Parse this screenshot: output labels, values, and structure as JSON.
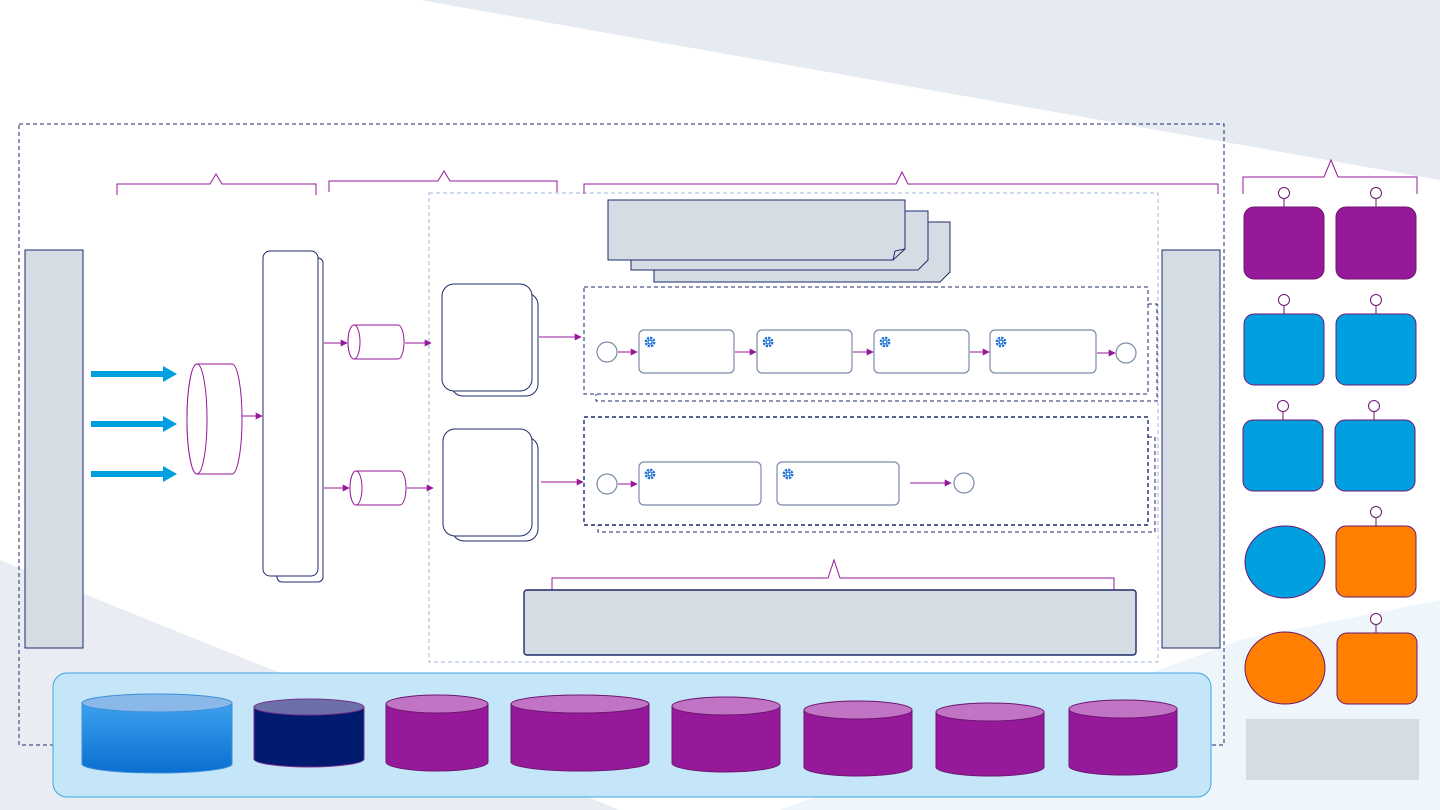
{
  "colors": {
    "navy": "#1f2b6b",
    "purple": "#96199a",
    "purple_light": "#c274c4",
    "cyan": "#00a0e0",
    "orange": "#ff8000",
    "grey_panel": "#d6dce4",
    "db_blue_top": "#8ab8e8",
    "db_navy": "#001a70",
    "db_navy_top": "#6b70a8",
    "platform_bg": "#c4e6f8",
    "platform_border": "#3da8e0",
    "background_grey": "#e6ebf2",
    "background_light": "#eef6fb",
    "gear": "#1b6fd4"
  },
  "icons": {
    "gear": "gear-icon",
    "arrow": "arrow-right-icon",
    "event": "event-circle-icon"
  },
  "diagram": {
    "text": [],
    "element_count": {
      "process_lanes": 2,
      "tasks_lane_1": 4,
      "tasks_lane_2": 2,
      "databases": 8,
      "legend_shapes": 10
    }
  }
}
